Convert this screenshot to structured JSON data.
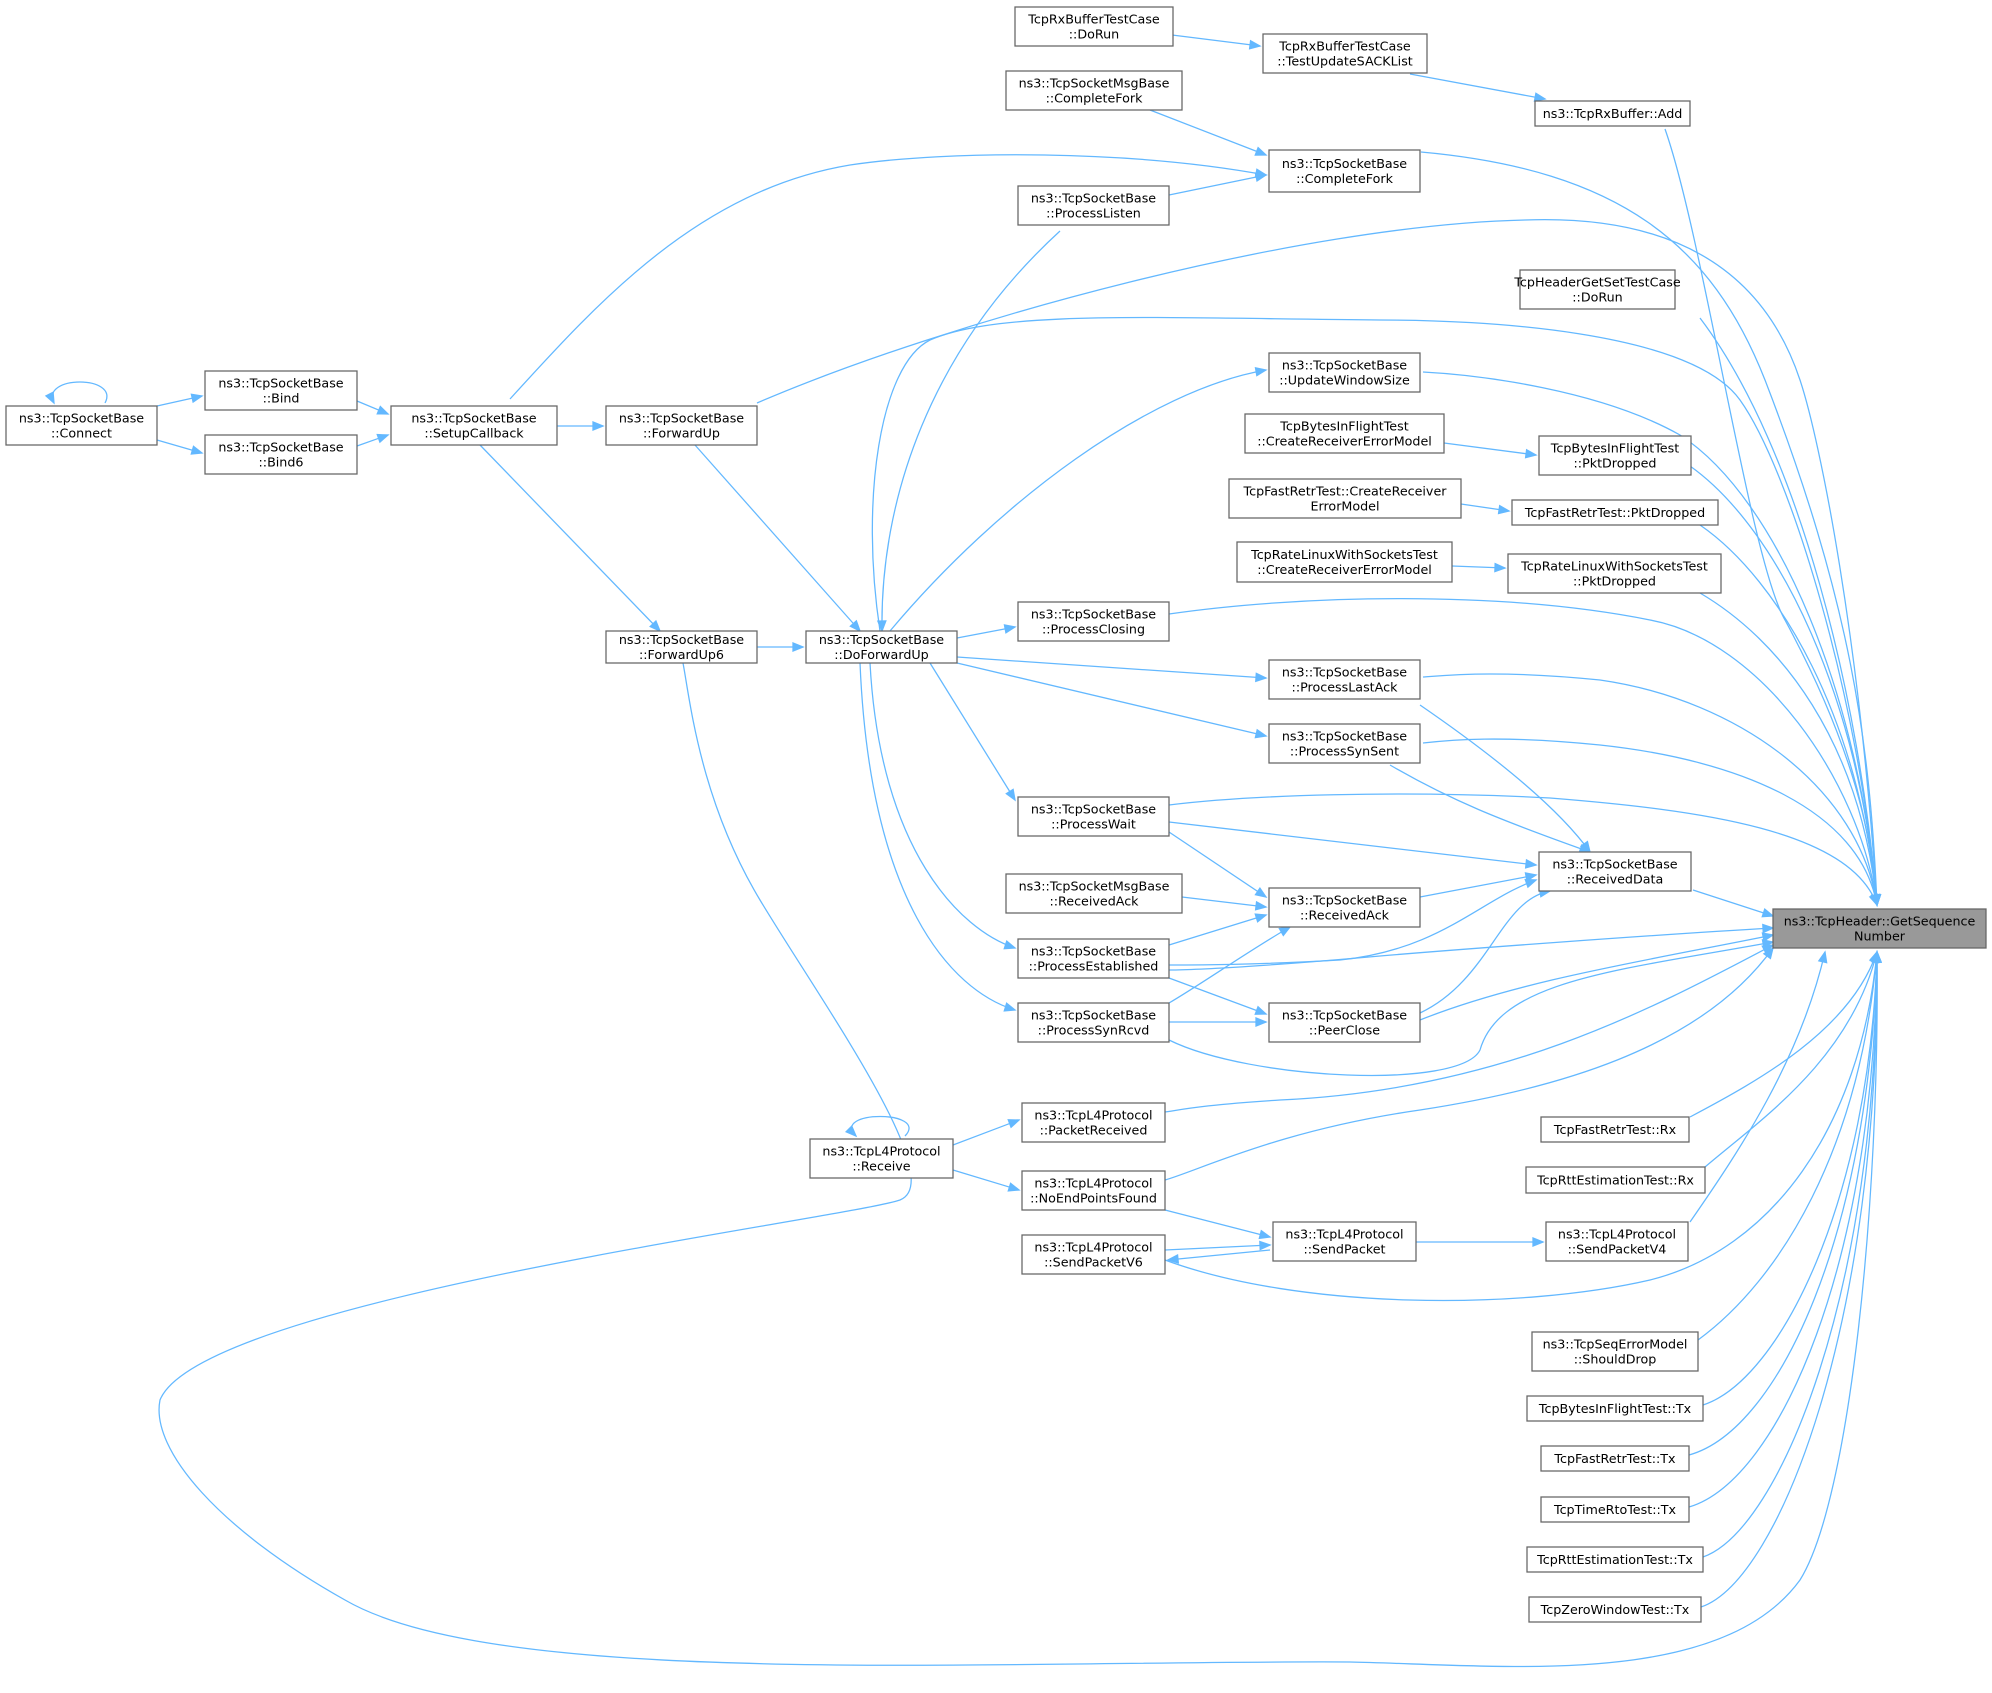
{
  "diagram": {
    "title": "",
    "nodes": [
      {
        "id": "n0",
        "lines": [
          "ns3::TcpHeader::GetSequence",
          "Number"
        ],
        "focus": true
      },
      {
        "id": "n1",
        "lines": [
          "ns3::TcpRxBuffer::Add"
        ]
      },
      {
        "id": "n2",
        "lines": [
          "TcpRxBufferTestCase",
          "::TestUpdateSACKList"
        ]
      },
      {
        "id": "n3",
        "lines": [
          "TcpRxBufferTestCase",
          "::DoRun"
        ]
      },
      {
        "id": "n4",
        "lines": [
          "ns3::TcpSocketBase",
          "::CompleteFork"
        ]
      },
      {
        "id": "n5",
        "lines": [
          "ns3::TcpSocketMsgBase",
          "::CompleteFork"
        ]
      },
      {
        "id": "n6",
        "lines": [
          "ns3::TcpSocketBase",
          "::ProcessListen"
        ]
      },
      {
        "id": "n7",
        "lines": [
          "ns3::TcpSocketBase",
          "::SetupCallback"
        ]
      },
      {
        "id": "n8",
        "lines": [
          "ns3::TcpSocketBase",
          "::Bind"
        ]
      },
      {
        "id": "n9",
        "lines": [
          "ns3::TcpSocketBase",
          "::Connect"
        ]
      },
      {
        "id": "n10",
        "lines": [
          "ns3::TcpSocketBase",
          "::Bind6"
        ]
      },
      {
        "id": "n11",
        "lines": [
          "ns3::TcpSocketBase",
          "::ForwardUp"
        ]
      },
      {
        "id": "n12",
        "lines": [
          "TcpHeaderGetSetTestCase",
          "::DoRun"
        ]
      },
      {
        "id": "n13",
        "lines": [
          "ns3::TcpSocketBase",
          "::UpdateWindowSize"
        ]
      },
      {
        "id": "n14",
        "lines": [
          "TcpBytesInFlightTest",
          "::CreateReceiverErrorModel"
        ]
      },
      {
        "id": "n15",
        "lines": [
          "TcpBytesInFlightTest",
          "::PktDropped"
        ]
      },
      {
        "id": "n16",
        "lines": [
          "TcpFastRetrTest::CreateReceiver",
          "ErrorModel"
        ]
      },
      {
        "id": "n17",
        "lines": [
          "TcpFastRetrTest::PktDropped"
        ]
      },
      {
        "id": "n18",
        "lines": [
          "TcpRateLinuxWithSocketsTest",
          "::CreateReceiverErrorModel"
        ]
      },
      {
        "id": "n19",
        "lines": [
          "TcpRateLinuxWithSocketsTest",
          "::PktDropped"
        ]
      },
      {
        "id": "n20",
        "lines": [
          "ns3::TcpSocketBase",
          "::ProcessClosing"
        ]
      },
      {
        "id": "n21",
        "lines": [
          "ns3::TcpSocketBase",
          "::DoForwardUp"
        ]
      },
      {
        "id": "n22",
        "lines": [
          "ns3::TcpSocketBase",
          "::ForwardUp6"
        ]
      },
      {
        "id": "n23",
        "lines": [
          "ns3::TcpSocketBase",
          "::ProcessLastAck"
        ]
      },
      {
        "id": "n24",
        "lines": [
          "ns3::TcpSocketBase",
          "::ProcessSynSent"
        ]
      },
      {
        "id": "n25",
        "lines": [
          "ns3::TcpSocketBase",
          "::ProcessWait"
        ]
      },
      {
        "id": "n26",
        "lines": [
          "ns3::TcpSocketBase",
          "::ReceivedData"
        ]
      },
      {
        "id": "n27",
        "lines": [
          "ns3::TcpSocketBase",
          "::ReceivedAck"
        ]
      },
      {
        "id": "n28",
        "lines": [
          "ns3::TcpSocketMsgBase",
          "::ReceivedAck"
        ]
      },
      {
        "id": "n29",
        "lines": [
          "ns3::TcpSocketBase",
          "::ProcessEstablished"
        ]
      },
      {
        "id": "n30",
        "lines": [
          "ns3::TcpSocketBase",
          "::PeerClose"
        ]
      },
      {
        "id": "n31",
        "lines": [
          "ns3::TcpSocketBase",
          "::ProcessSynRcvd"
        ]
      },
      {
        "id": "n32",
        "lines": [
          "ns3::TcpL4Protocol",
          "::PacketReceived"
        ]
      },
      {
        "id": "n33",
        "lines": [
          "ns3::TcpL4Protocol",
          "::Receive"
        ]
      },
      {
        "id": "n34",
        "lines": [
          "ns3::TcpL4Protocol",
          "::NoEndPointsFound"
        ]
      },
      {
        "id": "n35",
        "lines": [
          "ns3::TcpL4Protocol",
          "::SendPacket"
        ]
      },
      {
        "id": "n36",
        "lines": [
          "ns3::TcpL4Protocol",
          "::SendPacketV6"
        ]
      },
      {
        "id": "n37",
        "lines": [
          "ns3::TcpL4Protocol",
          "::SendPacketV4"
        ]
      },
      {
        "id": "n38",
        "lines": [
          "TcpFastRetrTest::Rx"
        ]
      },
      {
        "id": "n39",
        "lines": [
          "TcpRttEstimationTest::Rx"
        ]
      },
      {
        "id": "n40",
        "lines": [
          "ns3::TcpSeqErrorModel",
          "::ShouldDrop"
        ]
      },
      {
        "id": "n41",
        "lines": [
          "TcpBytesInFlightTest::Tx"
        ]
      },
      {
        "id": "n42",
        "lines": [
          "TcpFastRetrTest::Tx"
        ]
      },
      {
        "id": "n43",
        "lines": [
          "TcpTimeRtoTest::Tx"
        ]
      },
      {
        "id": "n44",
        "lines": [
          "TcpRttEstimationTest::Tx"
        ]
      },
      {
        "id": "n45",
        "lines": [
          "TcpZeroWindowTest::Tx"
        ]
      }
    ],
    "edges": [
      [
        "n0",
        "n1"
      ],
      [
        "n1",
        "n2"
      ],
      [
        "n2",
        "n3"
      ],
      [
        "n0",
        "n4"
      ],
      [
        "n4",
        "n5"
      ],
      [
        "n4",
        "n6"
      ],
      [
        "n4",
        "n7"
      ],
      [
        "n7",
        "n8"
      ],
      [
        "n8",
        "n9"
      ],
      [
        "n9",
        "n9"
      ],
      [
        "n7",
        "n10"
      ],
      [
        "n10",
        "n9"
      ],
      [
        "n0",
        "n11"
      ],
      [
        "n11",
        "n7"
      ],
      [
        "n0",
        "n12"
      ],
      [
        "n0",
        "n13"
      ],
      [
        "n13",
        "n21"
      ],
      [
        "n0",
        "n15"
      ],
      [
        "n15",
        "n14"
      ],
      [
        "n0",
        "n17"
      ],
      [
        "n17",
        "n16"
      ],
      [
        "n0",
        "n19"
      ],
      [
        "n19",
        "n18"
      ],
      [
        "n0",
        "n20"
      ],
      [
        "n20",
        "n21"
      ],
      [
        "n0",
        "n21"
      ],
      [
        "n21",
        "n6"
      ],
      [
        "n21",
        "n11"
      ],
      [
        "n21",
        "n22"
      ],
      [
        "n22",
        "n7"
      ],
      [
        "n0",
        "n22"
      ],
      [
        "n0",
        "n23"
      ],
      [
        "n23",
        "n21"
      ],
      [
        "n0",
        "n24"
      ],
      [
        "n24",
        "n21"
      ],
      [
        "n0",
        "n25"
      ],
      [
        "n25",
        "n21"
      ],
      [
        "n0",
        "n26"
      ],
      [
        "n26",
        "n23"
      ],
      [
        "n26",
        "n24"
      ],
      [
        "n26",
        "n25"
      ],
      [
        "n26",
        "n27"
      ],
      [
        "n26",
        "n29"
      ],
      [
        "n26",
        "n30"
      ],
      [
        "n27",
        "n25"
      ],
      [
        "n27",
        "n28"
      ],
      [
        "n27",
        "n29"
      ],
      [
        "n27",
        "n31"
      ],
      [
        "n29",
        "n21"
      ],
      [
        "n31",
        "n21"
      ],
      [
        "n0",
        "n29"
      ],
      [
        "n30",
        "n29"
      ],
      [
        "n30",
        "n31"
      ],
      [
        "n0",
        "n30"
      ],
      [
        "n0",
        "n31"
      ],
      [
        "n0",
        "n32"
      ],
      [
        "n32",
        "n33"
      ],
      [
        "n33",
        "n33"
      ],
      [
        "n0",
        "n34"
      ],
      [
        "n34",
        "n33"
      ],
      [
        "n0",
        "n37"
      ],
      [
        "n37",
        "n35"
      ],
      [
        "n35",
        "n34"
      ],
      [
        "n35",
        "n36"
      ],
      [
        "n36",
        "n35"
      ],
      [
        "n0",
        "n36"
      ],
      [
        "n0",
        "n38"
      ],
      [
        "n0",
        "n39"
      ],
      [
        "n0",
        "n40"
      ],
      [
        "n0",
        "n41"
      ],
      [
        "n0",
        "n42"
      ],
      [
        "n0",
        "n43"
      ],
      [
        "n0",
        "n44"
      ],
      [
        "n0",
        "n45"
      ]
    ]
  }
}
